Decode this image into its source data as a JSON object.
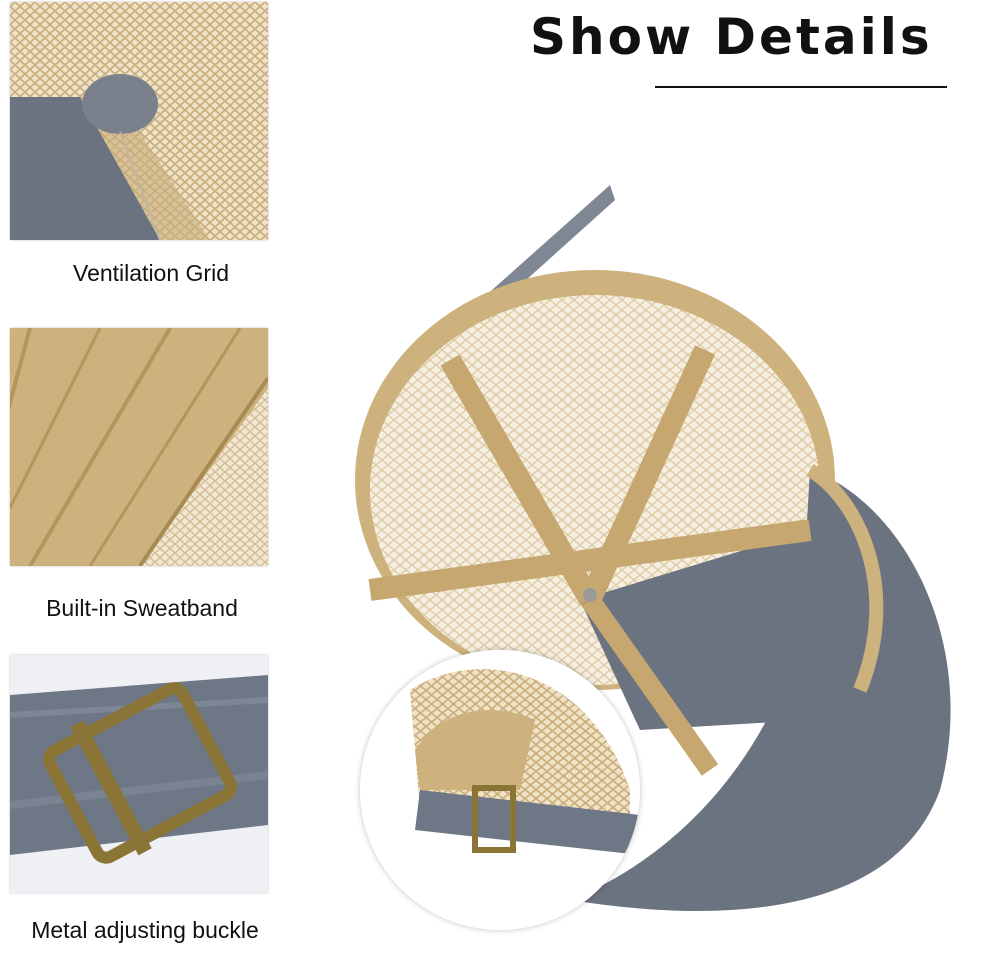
{
  "header": {
    "title": "Show Details"
  },
  "details": [
    {
      "label": "Ventilation Grid"
    },
    {
      "label": "Built-in Sweatband"
    },
    {
      "label": "Metal adjusting buckle"
    }
  ],
  "colors": {
    "mesh": "#d9c39c",
    "khaki": "#c6a76f",
    "denim": "#6c7380",
    "brass": "#8a7436"
  }
}
